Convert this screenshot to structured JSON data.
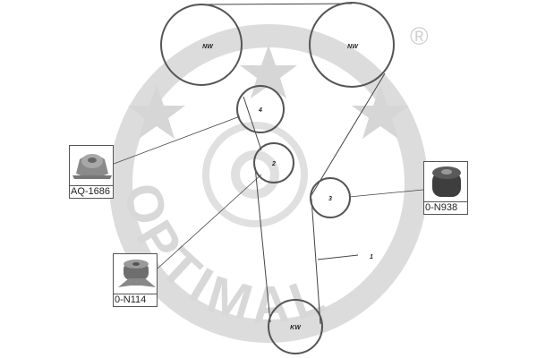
{
  "watermark": {
    "brand": "OPTIMAL",
    "registered_mark": "®"
  },
  "pulleys": [
    {
      "id": "nw-left",
      "label": "NW"
    },
    {
      "id": "nw-right",
      "label": "NW"
    },
    {
      "id": "p4",
      "label": "4"
    },
    {
      "id": "p2",
      "label": "2"
    },
    {
      "id": "p3",
      "label": "3"
    },
    {
      "id": "kw",
      "label": "KW"
    }
  ],
  "belt_label": "1",
  "parts": [
    {
      "code": "AQ-1686",
      "type": "water-pump"
    },
    {
      "code": "0-N938",
      "type": "idler-pulley"
    },
    {
      "code": "0-N114",
      "type": "tensioner-pulley"
    }
  ]
}
